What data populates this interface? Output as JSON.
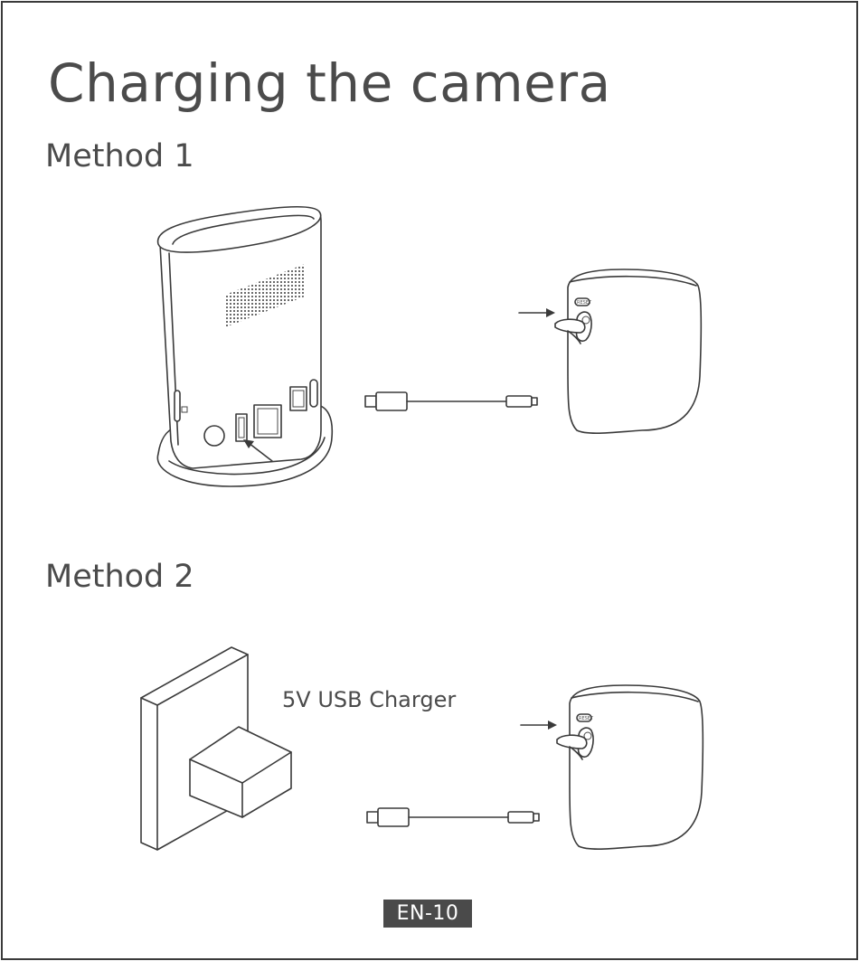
{
  "page": {
    "title": "Charging the camera",
    "page_number": "EN-10"
  },
  "method1": {
    "heading": "Method 1"
  },
  "method2": {
    "heading": "Method 2",
    "charger_label": "5V USB Charger"
  }
}
